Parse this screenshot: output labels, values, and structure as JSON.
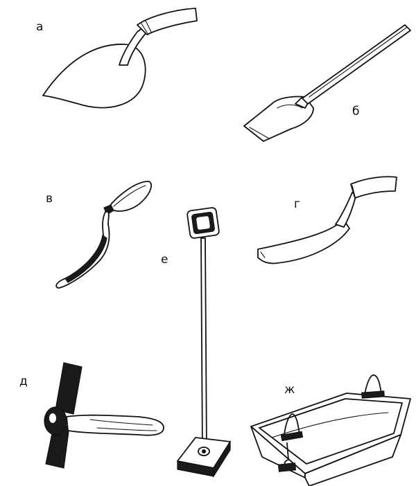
{
  "labels": {
    "a": "а",
    "b": "б",
    "v": "в",
    "g": "г",
    "d": "д",
    "e": "е",
    "zh": "ж"
  }
}
